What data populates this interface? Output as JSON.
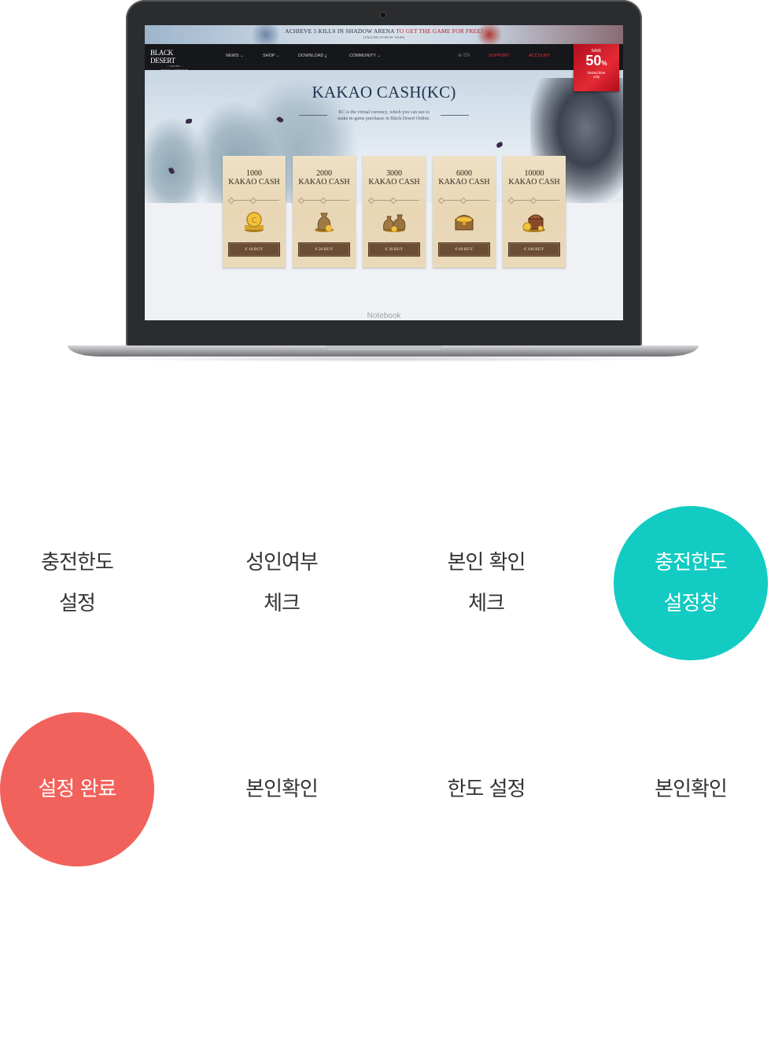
{
  "website": {
    "promo_prefix": "ACHIEVE 5 KILLS IN SHADOW ARENA ",
    "promo_highlight": "TO GET THE GAME FOR FREE!",
    "promo_sub": "(VALUED AT $9.99 / €9.99)",
    "logo_main": "BLACK DESERT",
    "logo_sub": "— ONLINE —",
    "logo_edition": "REMASTERED",
    "nav": {
      "news": "NEWS ⌄",
      "shop": "SHOP ⌄",
      "download": "DOWNLOAD ⤓",
      "community": "COMMUNITY ⌄",
      "language": "EN",
      "support": "SUPPORT",
      "account": "ACCOUNT"
    },
    "save_badge": {
      "label": "SAVE",
      "percent": "50",
      "percent_sign": "%",
      "note_line1": "limited time",
      "note_line2": "only"
    },
    "hero_title": "KAKAO CASH(KC)",
    "hero_desc_line1": "KC is the virtual currency, which you can use to",
    "hero_desc_line2": "make in-game purchases in Black Desert Online.",
    "cards": [
      {
        "amount": "1000",
        "label": "KAKAO CASH",
        "buy": "€ 10   BUY"
      },
      {
        "amount": "2000",
        "label": "KAKAO CASH",
        "buy": "€ 20   BUY"
      },
      {
        "amount": "3000",
        "label": "KAKAO CASH",
        "buy": "€ 30   BUY"
      },
      {
        "amount": "6000",
        "label": "KAKAO CASH",
        "buy": "€ 60   BUY"
      },
      {
        "amount": "10000",
        "label": "KAKAO CASH",
        "buy": "€ 100   BUY"
      }
    ]
  },
  "laptop_label": "Notebook",
  "grid": [
    {
      "line1": "충전한도",
      "line2": "설정"
    },
    {
      "line1": "성인여부",
      "line2": "체크"
    },
    {
      "line1": "본인 확인",
      "line2": "체크"
    },
    {
      "line1": "충전한도",
      "line2": "설정창"
    },
    {
      "line1": "설정 완료"
    },
    {
      "line1": "본인확인"
    },
    {
      "line1": "한도 설정"
    },
    {
      "line1": "본인확인"
    }
  ],
  "colors": {
    "teal": "#12cbc2",
    "coral": "#f2625c",
    "text": "#333333"
  }
}
